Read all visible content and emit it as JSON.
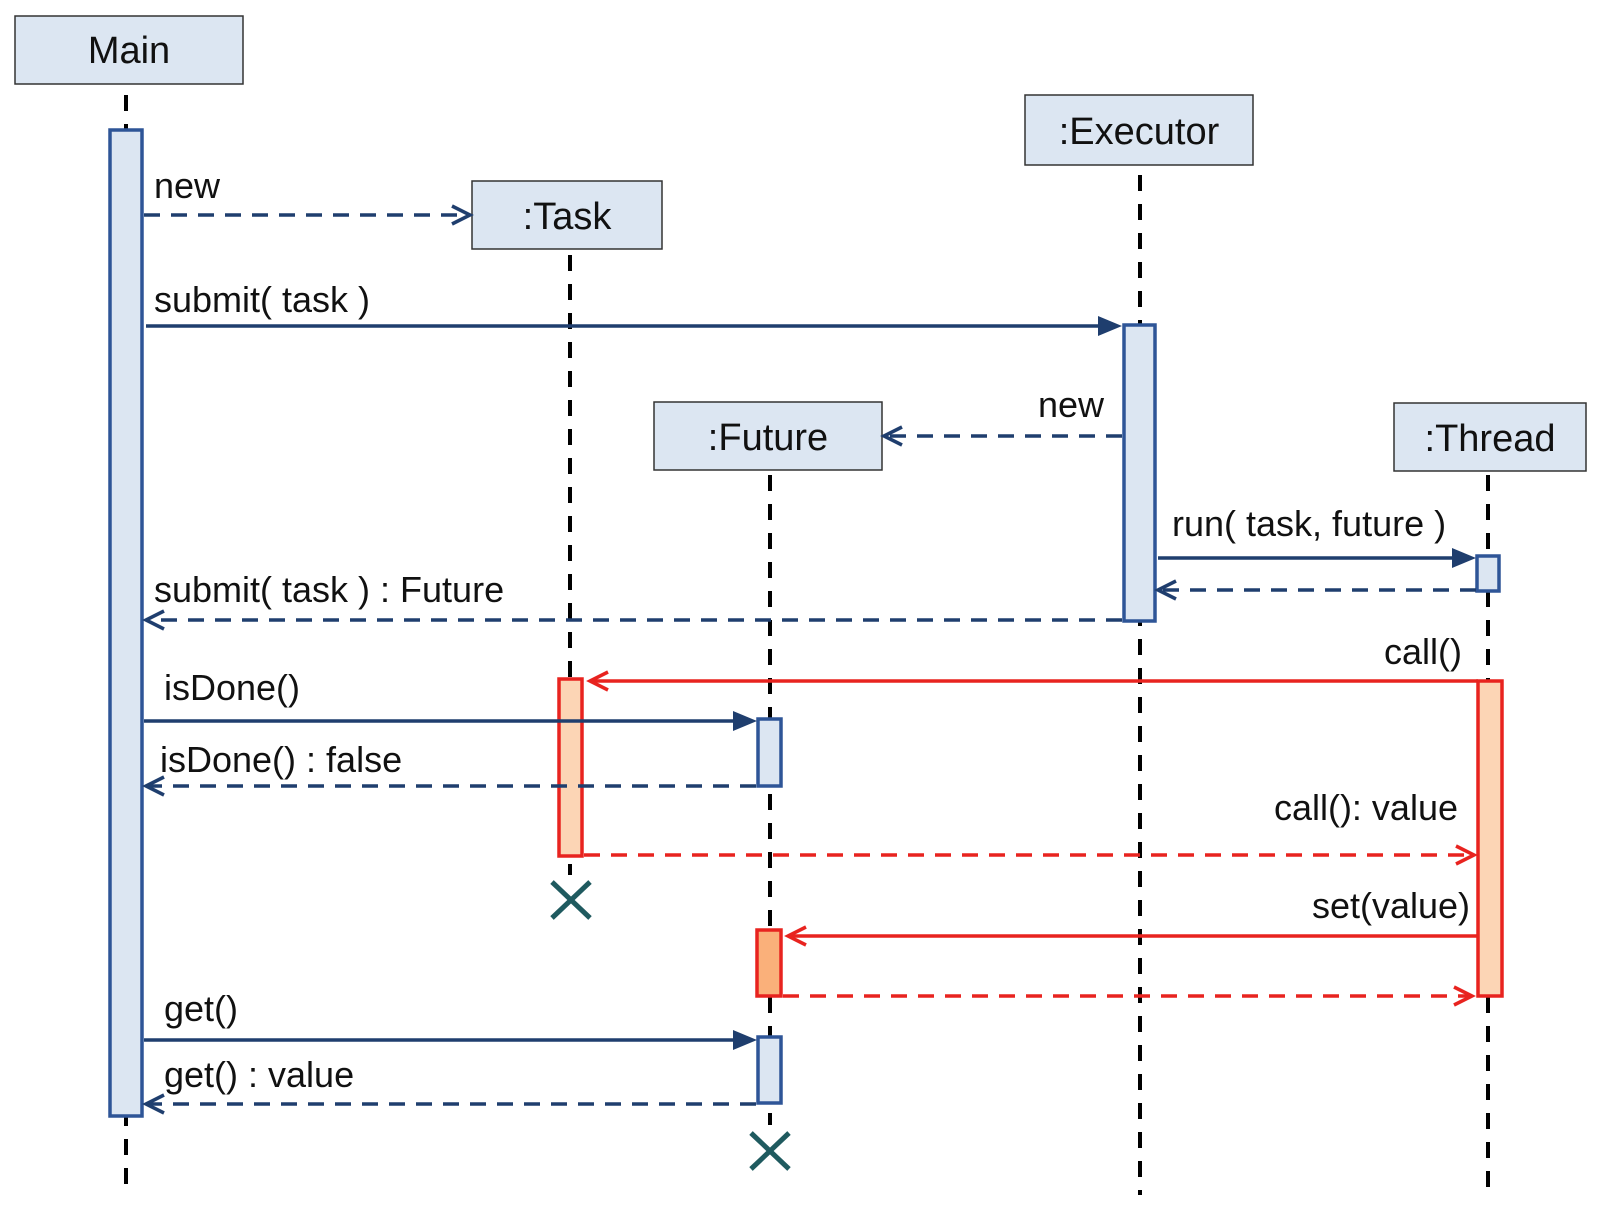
{
  "participants": {
    "main": "Main",
    "task": ":Task",
    "executor": ":Executor",
    "future": ":Future",
    "thread": ":Thread"
  },
  "messages": {
    "new_task": "new",
    "submit": "submit( task )",
    "new_future": "new",
    "run": "run( task, future )",
    "submit_return": "submit( task ) : Future",
    "call": "call()",
    "isdone": "isDone()",
    "isdone_return": "isDone() : false",
    "call_return": "call(): value",
    "set": "set(value)",
    "get": "get()",
    "get_return": "get() : value"
  },
  "colors": {
    "box_fill": "#dce6f2",
    "blue_message": "#1f3e6e",
    "red_message": "#e8231f",
    "red_activation": "#fcd5b5",
    "destroy_mark": "#1f5a5f"
  }
}
